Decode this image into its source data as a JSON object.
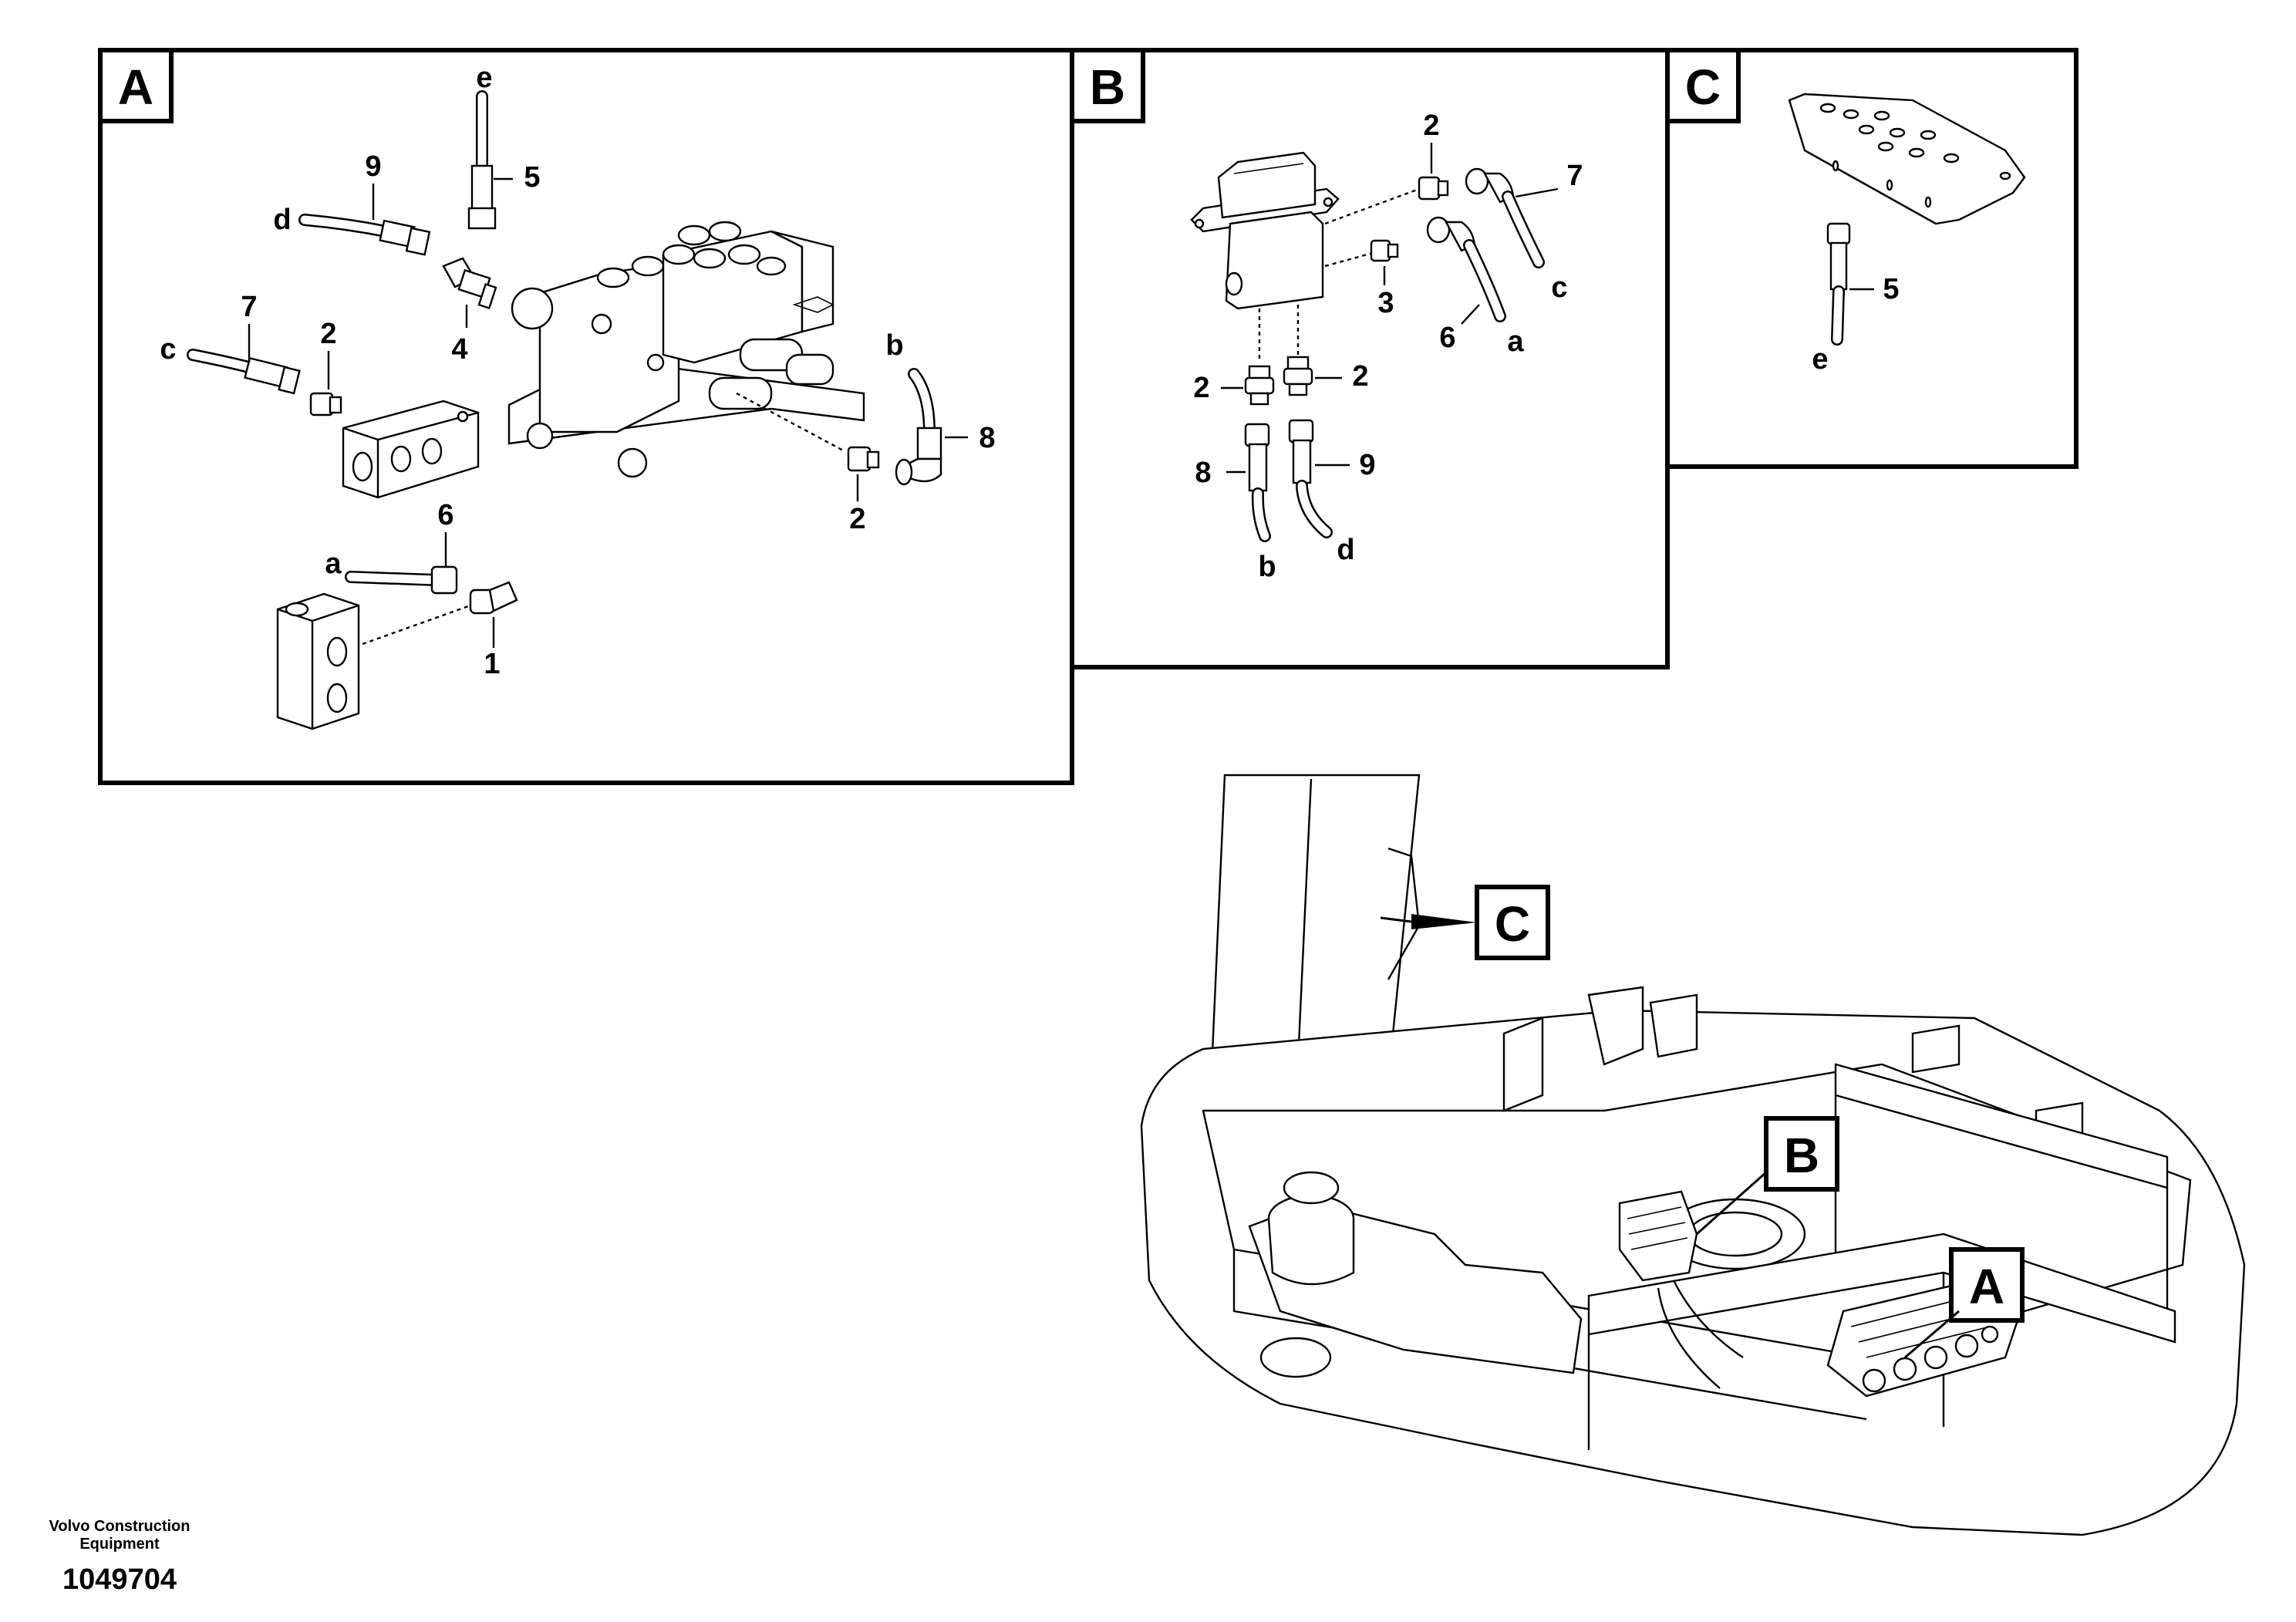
{
  "panels": {
    "A": {
      "letter": "A",
      "callouts": {
        "e": "e",
        "n5": "5",
        "n9": "9",
        "d": "d",
        "n4": "4",
        "n7": "7",
        "c": "c",
        "n2a": "2",
        "b": "b",
        "n8": "8",
        "n2b": "2",
        "n6": "6",
        "a": "a",
        "n1": "1"
      }
    },
    "B": {
      "letter": "B",
      "callouts": {
        "n2top": "2",
        "n7": "7",
        "c": "c",
        "n3": "3",
        "n6": "6",
        "a": "a",
        "n2left": "2",
        "n2right": "2",
        "n8": "8",
        "n9": "9",
        "b": "b",
        "d": "d"
      }
    },
    "C": {
      "letter": "C",
      "callouts": {
        "n5": "5",
        "e": "e"
      }
    }
  },
  "overview": {
    "labels": {
      "C": "C",
      "B": "B",
      "A": "A"
    }
  },
  "footer": {
    "company_line1": "Volvo Construction",
    "company_line2": "Equipment",
    "figure_number": "1049704"
  }
}
